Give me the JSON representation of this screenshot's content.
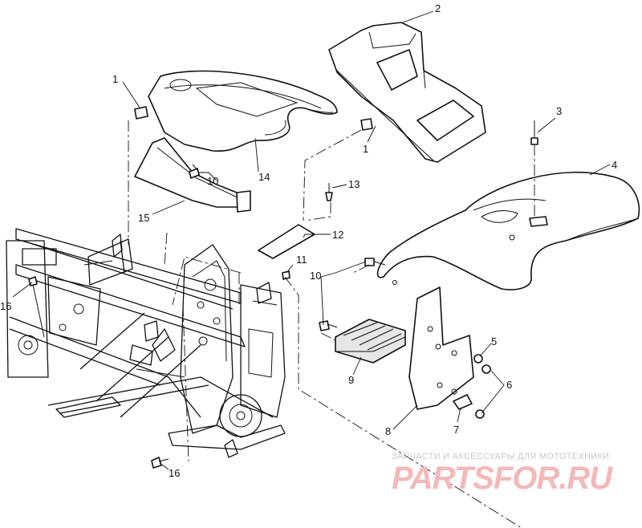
{
  "callouts": {
    "c1a": "1",
    "c1b": "1",
    "c2": "2",
    "c3": "3",
    "c4": "4",
    "c5": "5",
    "c6": "6",
    "c7": "7",
    "c8": "8",
    "c9": "9",
    "c10a": "10",
    "c10b": "10",
    "c11": "11",
    "c12": "12",
    "c13": "13",
    "c14": "14",
    "c15": "15",
    "c16a": "16",
    "c16b": "16"
  },
  "watermark": {
    "tagline": "ЗАПЧАСТИ И АКСЕССУАРЫ ДЛЯ МОТОТЕХНИКИ",
    "logo": "PARTSFOR.RU"
  }
}
